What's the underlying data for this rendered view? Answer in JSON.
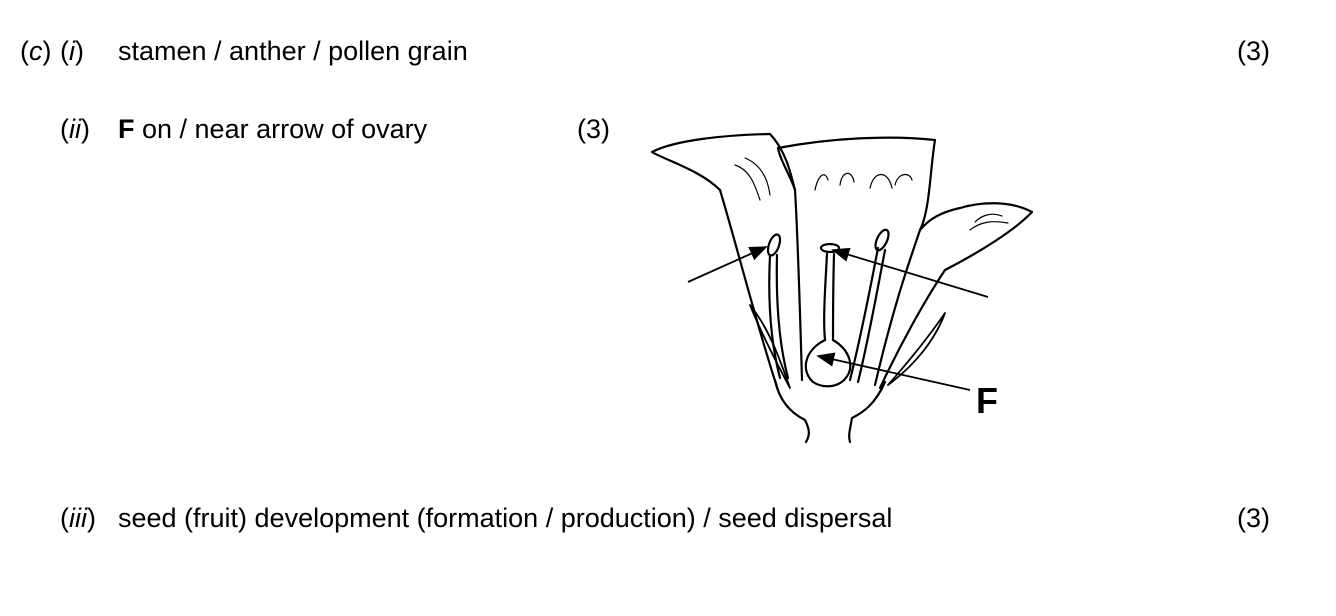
{
  "part_c": {
    "label_open": "(",
    "label_letter": "c",
    "label_close": ")",
    "sub_i": {
      "num_open": "(",
      "num": "i",
      "num_close": ")",
      "answer": "stamen / anther / pollen grain",
      "marks": "(3)"
    },
    "sub_ii": {
      "num_open": "(",
      "num": "ii",
      "num_close": ")",
      "answer_bold": "F",
      "answer_rest": " on / near arrow of ovary",
      "marks": "(3)",
      "diagram_label": "F"
    },
    "sub_iii": {
      "num_open": "(",
      "num": "iii",
      "num_close": ")",
      "answer": "seed (fruit) development (formation / production) / seed dispersal",
      "marks": "(3)"
    }
  }
}
